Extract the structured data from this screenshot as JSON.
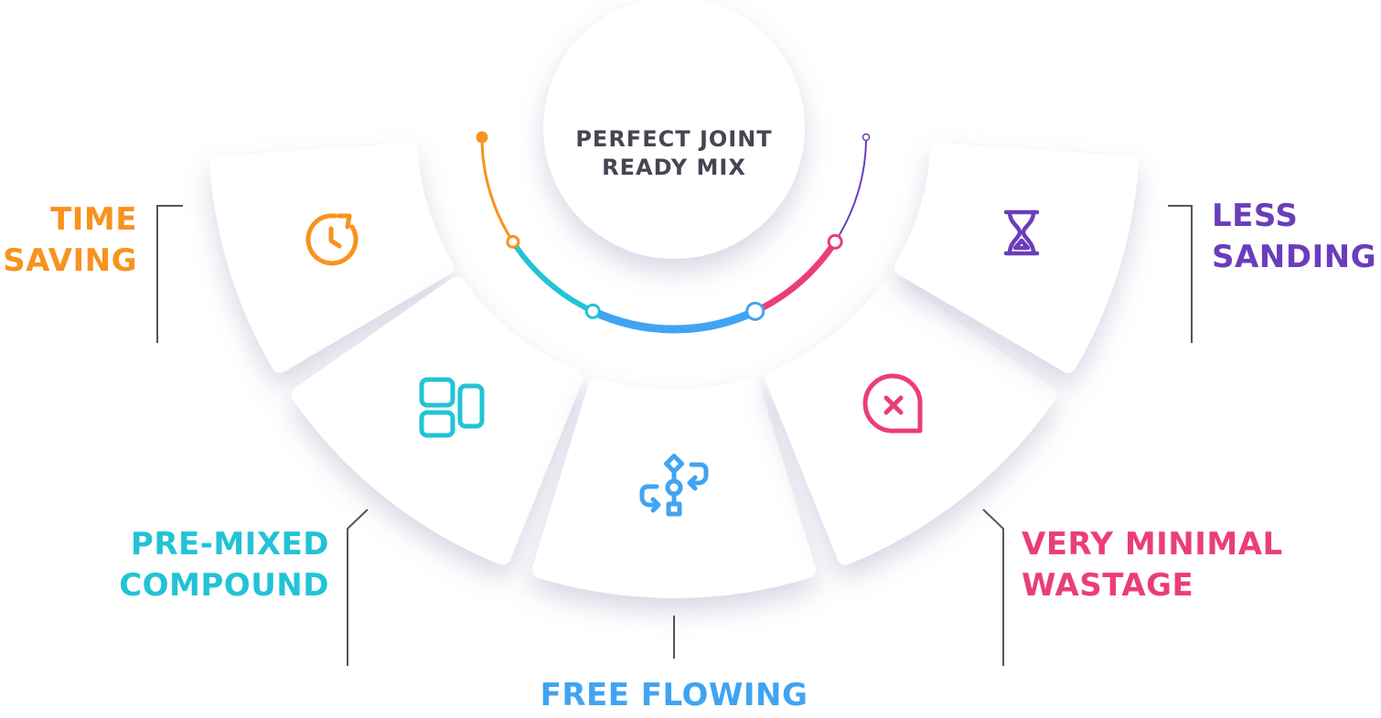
{
  "title": {
    "line1": "PERFECT JOINT",
    "line2": "READY MIX"
  },
  "colors": {
    "orange": "#F7931E",
    "cyan": "#22C3D6",
    "blue": "#40A4F2",
    "pink": "#EA3E77",
    "purple": "#6A3DBB",
    "text_dark": "#454653",
    "leader": "#555"
  },
  "features": [
    {
      "id": "time-saving",
      "line1": "TIME",
      "line2": "SAVING",
      "icon": "clock-icon",
      "color": "#F7931E"
    },
    {
      "id": "pre-mixed-compound",
      "line1": "PRE-MIXED",
      "line2": "COMPOUND",
      "icon": "layout-icon",
      "color": "#22C3D6"
    },
    {
      "id": "free-flowing",
      "line1": "FREE FLOWING",
      "icon": "flow-icon",
      "color": "#40A4F2"
    },
    {
      "id": "very-minimal-wastage",
      "line1": "VERY MINIMAL",
      "line2": "WASTAGE",
      "icon": "close-bubble-icon",
      "color": "#EA3E77"
    },
    {
      "id": "less-sanding",
      "line1": "LESS",
      "line2": "SANDING",
      "icon": "hourglass-icon",
      "color": "#6A3DBB"
    }
  ]
}
